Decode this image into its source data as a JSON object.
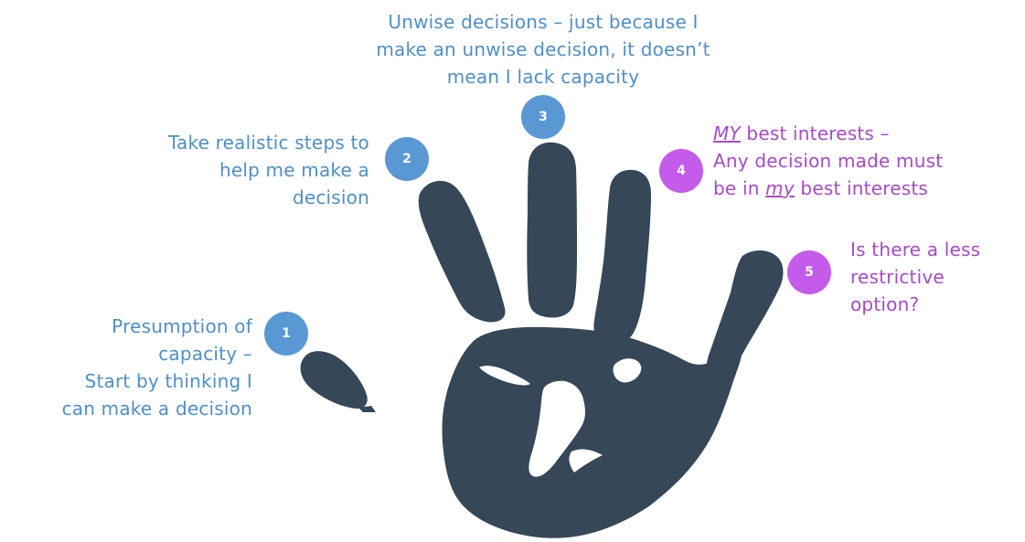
{
  "colors": {
    "hand": "#364757",
    "blue_text": "#4f8fc8",
    "purple_text": "#a54bc7",
    "blue_badge": "#5a98d4",
    "purple_badge": "#c55bea"
  },
  "principles": [
    {
      "number": "1",
      "lines": [
        "Presumption of",
        "capacity –",
        "Start by thinking I",
        "can make a decision"
      ],
      "badge_color": "blue"
    },
    {
      "number": "2",
      "lines": [
        "Take realistic steps to",
        "help me make a",
        "decision"
      ],
      "badge_color": "blue"
    },
    {
      "number": "3",
      "lines": [
        "Unwise decisions – just because I",
        "make an unwise decision, it doesn’t",
        "mean I lack capacity"
      ],
      "badge_color": "blue"
    },
    {
      "number": "4",
      "line1_emph": "MY",
      "line1_rest": " best interests –",
      "line2": "Any decision made must",
      "line3_pre": "be in ",
      "line3_emph": "my",
      "line3_post": " best interests",
      "badge_color": "purple"
    },
    {
      "number": "5",
      "lines": [
        "Is there a less",
        "restrictive",
        "option?"
      ],
      "badge_color": "purple"
    }
  ]
}
